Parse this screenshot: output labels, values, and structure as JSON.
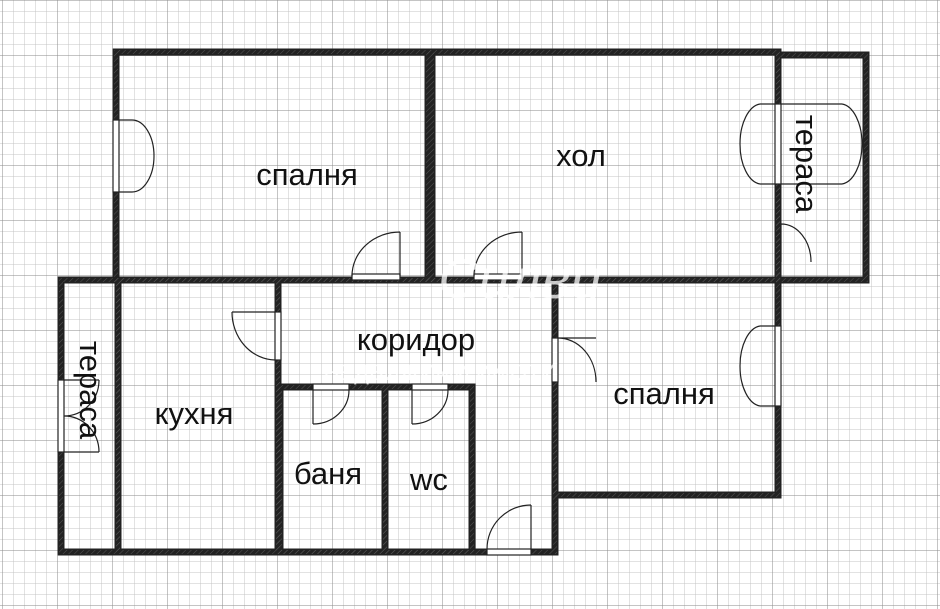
{
  "rooms": {
    "bedroom_top": "спалня",
    "living_room": "хол",
    "terrace_top": "тераса",
    "terrace_left": "тераса",
    "kitchen": "кухня",
    "corridor": "коридор",
    "bedroom_right": "спалня",
    "bathroom": "баня",
    "wc": "wc"
  },
  "watermark": {
    "logo": "Силви",
    "tagline": "НЕДВИЖИМИ ИМОТИ"
  },
  "colors": {
    "grid_minor": "#c4c4c4",
    "grid_major": "#8a8a8a",
    "wall": "#222222"
  }
}
